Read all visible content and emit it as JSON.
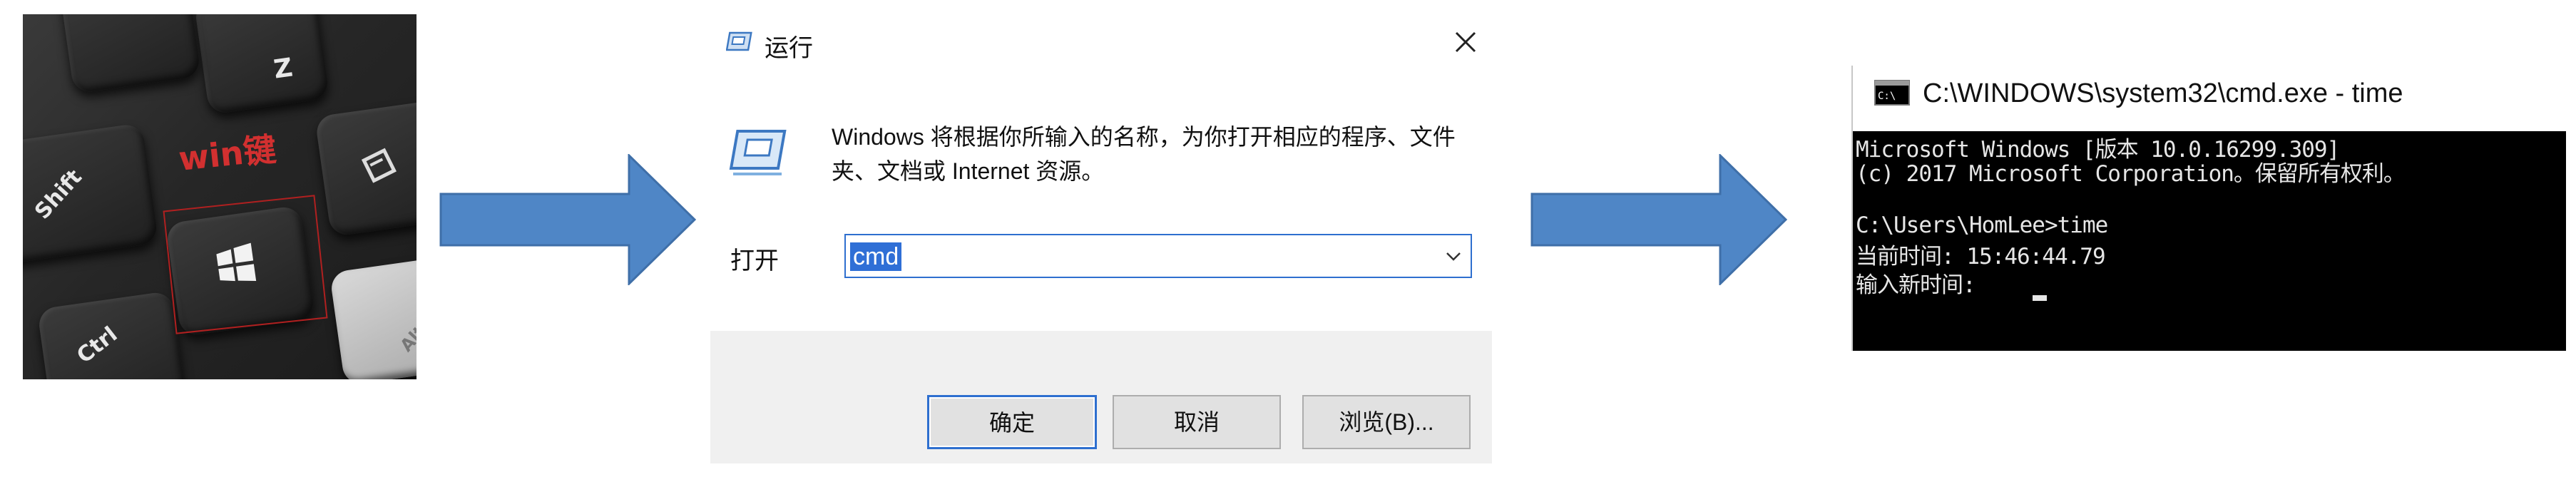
{
  "keyboard": {
    "annotation": "win键",
    "keys": {
      "z": "Z",
      "shift": "Shift",
      "ctrl": "Ctrl",
      "alt": "Alt"
    }
  },
  "run_dialog": {
    "title": "运行",
    "description": "Windows 将根据你所输入的名称，为你打开相应的程序、文件夹、文档或 Internet 资源。",
    "open_label": "打开",
    "input_value": "cmd",
    "buttons": {
      "ok": "确定",
      "cancel": "取消",
      "browse": "浏览(B)..."
    }
  },
  "cmd_window": {
    "title": "C:\\WINDOWS\\system32\\cmd.exe - time",
    "lines": [
      "Microsoft Windows [版本 10.0.16299.309]",
      "(c) 2017 Microsoft Corporation。保留所有权利。",
      "",
      "C:\\Users\\HomLee>time",
      "当前时间: 15:46:44.79",
      "输入新时间: "
    ]
  },
  "colors": {
    "arrow": "#4f86c6",
    "arrow_border": "#3f6fa8",
    "accent": "#2e6fcf",
    "annotation": "#d23030"
  }
}
